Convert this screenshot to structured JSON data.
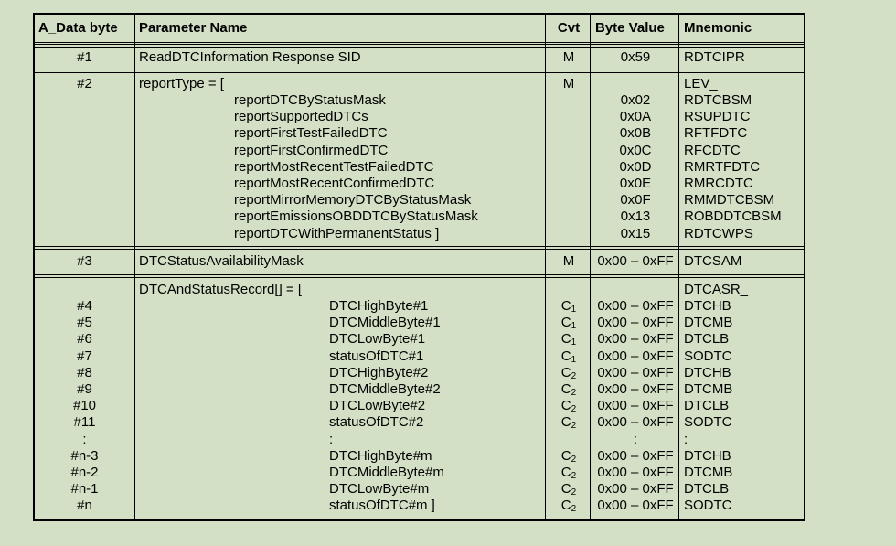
{
  "header": {
    "col_byte": "A_Data byte",
    "col_param": "Parameter Name",
    "col_cvt": "Cvt",
    "col_value": "Byte Value",
    "col_mnemonic": "Mnemonic"
  },
  "row1": {
    "byte": "#1",
    "param": "ReadDTCInformation Response SID",
    "cvt": "M",
    "value": "0x59",
    "mnemonic": "RDTCIPR"
  },
  "row2": {
    "byte": "#2",
    "param": "reportType = [",
    "cvt": "M",
    "mnemonic": "LEV_",
    "items": [
      {
        "name": "reportDTCByStatusMask",
        "value": "0x02",
        "mnemonic": "RDTCBSM"
      },
      {
        "name": "reportSupportedDTCs",
        "value": "0x0A",
        "mnemonic": "RSUPDTC"
      },
      {
        "name": "reportFirstTestFailedDTC",
        "value": "0x0B",
        "mnemonic": "RFTFDTC"
      },
      {
        "name": "reportFirstConfirmedDTC",
        "value": "0x0C",
        "mnemonic": "RFCDTC"
      },
      {
        "name": "reportMostRecentTestFailedDTC",
        "value": "0x0D",
        "mnemonic": "RMRTFDTC"
      },
      {
        "name": "reportMostRecentConfirmedDTC",
        "value": "0x0E",
        "mnemonic": "RMRCDTC"
      },
      {
        "name": "reportMirrorMemoryDTCByStatusMask",
        "value": "0x0F",
        "mnemonic": "RMMDTCBSM"
      },
      {
        "name": "reportEmissionsOBDDTCByStatusMask",
        "value": "0x13",
        "mnemonic": "ROBDDTCBSM"
      },
      {
        "name": "reportDTCWithPermanentStatus ]",
        "value": "0x15",
        "mnemonic": "RDTCWPS"
      }
    ]
  },
  "row3": {
    "byte": "#3",
    "param": "DTCStatusAvailabilityMask",
    "cvt": "M",
    "value": "0x00 – 0xFF",
    "mnemonic": "DTCSAM"
  },
  "row4": {
    "param": "DTCAndStatusRecord[] = [",
    "mnemonic": "DTCASR_",
    "items": [
      {
        "byte": "#4",
        "name": "DTCHighByte#1",
        "cvt": "C",
        "cvt_sub": "1",
        "value": "0x00 – 0xFF",
        "mnemonic": "DTCHB"
      },
      {
        "byte": "#5",
        "name": "DTCMiddleByte#1",
        "cvt": "C",
        "cvt_sub": "1",
        "value": "0x00 – 0xFF",
        "mnemonic": "DTCMB"
      },
      {
        "byte": "#6",
        "name": "DTCLowByte#1",
        "cvt": "C",
        "cvt_sub": "1",
        "value": "0x00 – 0xFF",
        "mnemonic": "DTCLB"
      },
      {
        "byte": "#7",
        "name": "statusOfDTC#1",
        "cvt": "C",
        "cvt_sub": "1",
        "value": "0x00 – 0xFF",
        "mnemonic": "SODTC"
      },
      {
        "byte": "#8",
        "name": "DTCHighByte#2",
        "cvt": "C",
        "cvt_sub": "2",
        "value": "0x00 – 0xFF",
        "mnemonic": "DTCHB"
      },
      {
        "byte": "#9",
        "name": "DTCMiddleByte#2",
        "cvt": "C",
        "cvt_sub": "2",
        "value": "0x00 – 0xFF",
        "mnemonic": "DTCMB"
      },
      {
        "byte": "#10",
        "name": "DTCLowByte#2",
        "cvt": "C",
        "cvt_sub": "2",
        "value": "0x00 – 0xFF",
        "mnemonic": "DTCLB"
      },
      {
        "byte": "#11",
        "name": "statusOfDTC#2",
        "cvt": "C",
        "cvt_sub": "2",
        "value": "0x00 – 0xFF",
        "mnemonic": "SODTC"
      },
      {
        "byte": ":",
        "name": ":",
        "cvt": "",
        "cvt_sub": "",
        "value": ":",
        "mnemonic": ":"
      },
      {
        "byte": "#n-3",
        "name": "DTCHighByte#m",
        "cvt": "C",
        "cvt_sub": "2",
        "value": "0x00 – 0xFF",
        "mnemonic": "DTCHB"
      },
      {
        "byte": "#n-2",
        "name": "DTCMiddleByte#m",
        "cvt": "C",
        "cvt_sub": "2",
        "value": "0x00 – 0xFF",
        "mnemonic": "DTCMB"
      },
      {
        "byte": "#n-1",
        "name": "DTCLowByte#m",
        "cvt": "C",
        "cvt_sub": "2",
        "value": "0x00 – 0xFF",
        "mnemonic": "DTCLB"
      },
      {
        "byte": "#n",
        "name": "statusOfDTC#m ]",
        "cvt": "C",
        "cvt_sub": "2",
        "value": "0x00 – 0xFF",
        "mnemonic": "SODTC"
      }
    ]
  }
}
